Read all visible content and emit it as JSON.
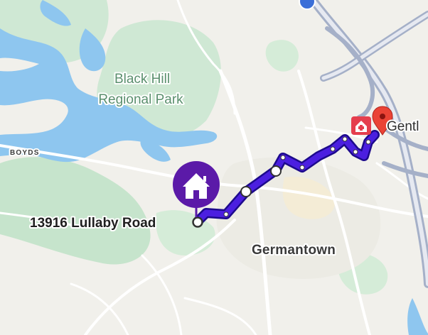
{
  "map": {
    "labels": {
      "park": [
        "Black Hill",
        "Regional Park"
      ],
      "small_town": "BOYDS",
      "town": "Germantown",
      "address": "13916 Lullaby Road",
      "destination_partial": "Gentl"
    },
    "icons": {
      "origin_marker": "home-icon",
      "destination_marker": "hospital-icon",
      "destination_pin": "map-pin-icon",
      "top_marker": "highway-shield-icon"
    },
    "colors": {
      "route": "#4b1fe0",
      "route_outline": "#1d0a8c",
      "home_marker": "#5b1aa8",
      "hospital_marker": "#e53e4d",
      "pin": "#ea4335",
      "water": "#8fc8f0",
      "park": "#c9e6cf",
      "land": "#f2f1ec",
      "road": "#ffffff",
      "highway": "#a9b3c9"
    }
  }
}
